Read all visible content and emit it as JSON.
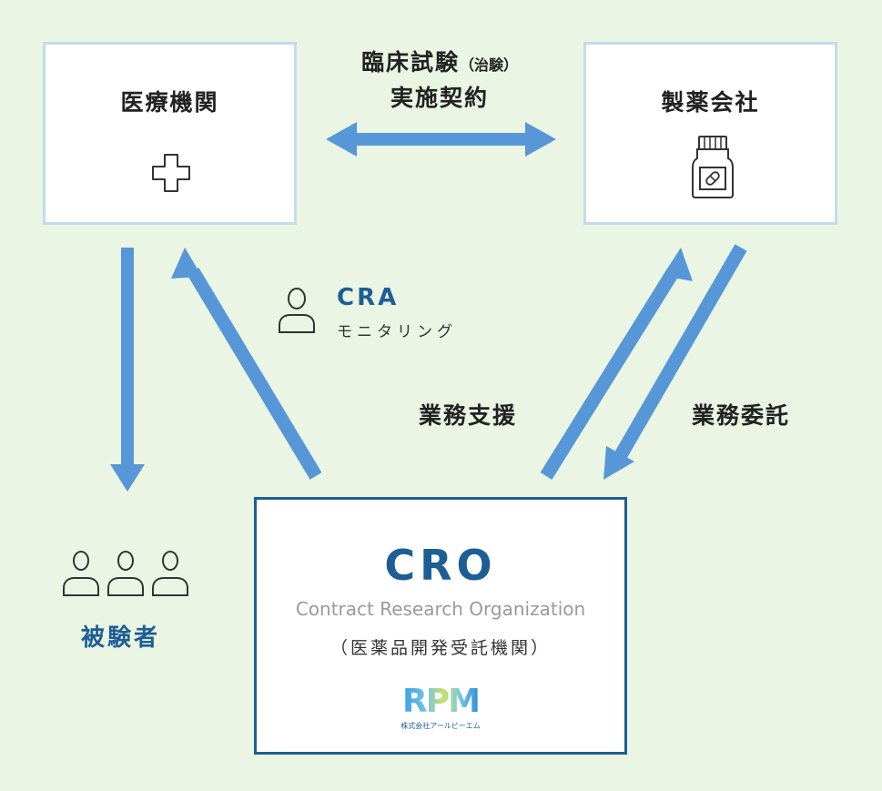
{
  "medical": {
    "title": "医療機関",
    "icon": "medical-cross-icon"
  },
  "pharma": {
    "title": "製薬会社",
    "icon": "medicine-bottle-icon"
  },
  "contract": {
    "line1": "臨床試験",
    "line1_small": "（治験）",
    "line2": "実施契約"
  },
  "cra": {
    "title": "CRA",
    "subtitle": "モニタリング",
    "icon": "person-icon"
  },
  "support_label": "業務支援",
  "commission_label": "業務委託",
  "subjects": {
    "label": "被験者",
    "icon": "people-icon"
  },
  "cro": {
    "title": "CRO",
    "english": "Contract Research Organization",
    "japanese": "（医薬品開発受託機関）",
    "logo_text": "RPM",
    "logo_caption": "株式会社アールピーエム"
  },
  "colors": {
    "background": "#eaf5e4",
    "arrow": "#5797d8",
    "box_border": "#c3dcee",
    "cro_border": "#1d5e95",
    "accent_text": "#1d5e95"
  }
}
